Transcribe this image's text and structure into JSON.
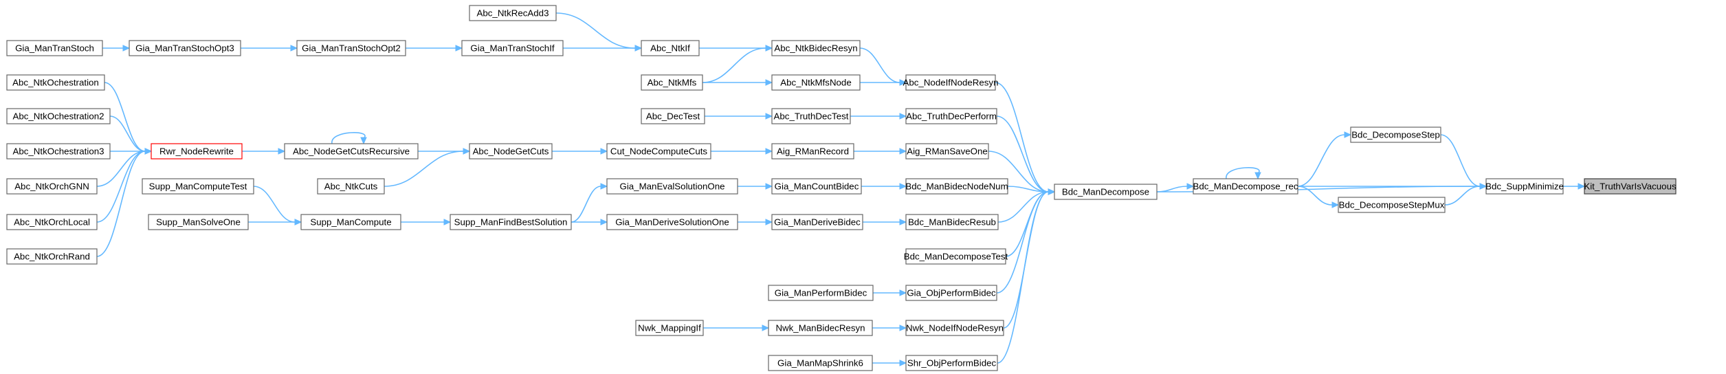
{
  "diagram": {
    "type": "call-graph",
    "colors": {
      "edge": "#63b8ff",
      "node_border": "#666666",
      "root_fill": "#bfbfbf",
      "highlight_border": "#ff0000"
    },
    "nodes": [
      {
        "id": "n0",
        "label": "Kit_TruthVarIsVacuous",
        "kind": "root"
      },
      {
        "id": "n1",
        "label": "Bdc_SuppMinimize"
      },
      {
        "id": "n2",
        "label": "Bdc_DecomposeStep"
      },
      {
        "id": "n3",
        "label": "Bdc_DecomposeStepMux"
      },
      {
        "id": "n4",
        "label": "Bdc_ManDecompose_rec"
      },
      {
        "id": "n5",
        "label": "Bdc_ManDecompose"
      },
      {
        "id": "n6",
        "label": "Abc_NodeIfNodeResyn"
      },
      {
        "id": "n7",
        "label": "Abc_TruthDecPerform"
      },
      {
        "id": "n8",
        "label": "Aig_RManSaveOne"
      },
      {
        "id": "n9",
        "label": "Bdc_ManBidecNodeNum"
      },
      {
        "id": "n10",
        "label": "Bdc_ManBidecResub"
      },
      {
        "id": "n11",
        "label": "Bdc_ManDecomposeTest"
      },
      {
        "id": "n12",
        "label": "Gia_ObjPerformBidec"
      },
      {
        "id": "n13",
        "label": "Nwk_NodeIfNodeResyn"
      },
      {
        "id": "n14",
        "label": "Shr_ObjPerformBidec"
      },
      {
        "id": "n15",
        "label": "Abc_NtkBidecResyn"
      },
      {
        "id": "n16",
        "label": "Abc_NtkMfsNode"
      },
      {
        "id": "n17",
        "label": "Abc_TruthDecTest"
      },
      {
        "id": "n18",
        "label": "Aig_RManRecord"
      },
      {
        "id": "n19",
        "label": "Gia_ManCountBidec"
      },
      {
        "id": "n20",
        "label": "Gia_ManDeriveBidec"
      },
      {
        "id": "n21",
        "label": "Gia_ManPerformBidec"
      },
      {
        "id": "n22",
        "label": "Nwk_ManBidecResyn"
      },
      {
        "id": "n23",
        "label": "Gia_ManMapShrink6"
      },
      {
        "id": "n24",
        "label": "Abc_NtkIf"
      },
      {
        "id": "n25",
        "label": "Abc_NtkMfs"
      },
      {
        "id": "n26",
        "label": "Abc_DecTest"
      },
      {
        "id": "n27",
        "label": "Cut_NodeComputeCuts"
      },
      {
        "id": "n28",
        "label": "Gia_ManEvalSolutionOne"
      },
      {
        "id": "n29",
        "label": "Gia_ManDeriveSolutionOne"
      },
      {
        "id": "n30",
        "label": "Nwk_MappingIf"
      },
      {
        "id": "n31",
        "label": "Abc_NtkRecAdd3"
      },
      {
        "id": "n32",
        "label": "Gia_ManTranStochIf"
      },
      {
        "id": "n33",
        "label": "Abc_NodeGetCuts"
      },
      {
        "id": "n34",
        "label": "Supp_ManFindBestSolution"
      },
      {
        "id": "n35",
        "label": "Gia_ManTranStochOpt2"
      },
      {
        "id": "n36",
        "label": "Abc_NodeGetCutsRecursive"
      },
      {
        "id": "n37",
        "label": "Abc_NtkCuts"
      },
      {
        "id": "n38",
        "label": "Supp_ManCompute"
      },
      {
        "id": "n39",
        "label": "Gia_ManTranStochOpt3"
      },
      {
        "id": "n40",
        "label": "Rwr_NodeRewrite",
        "kind": "highlight"
      },
      {
        "id": "n41",
        "label": "Supp_ManComputeTest"
      },
      {
        "id": "n42",
        "label": "Supp_ManSolveOne"
      },
      {
        "id": "n43",
        "label": "Gia_ManTranStoch"
      },
      {
        "id": "n44",
        "label": "Abc_NtkOchestration"
      },
      {
        "id": "n45",
        "label": "Abc_NtkOchestration2"
      },
      {
        "id": "n46",
        "label": "Abc_NtkOchestration3"
      },
      {
        "id": "n47",
        "label": "Abc_NtkOrchGNN"
      },
      {
        "id": "n48",
        "label": "Abc_NtkOrchLocal"
      },
      {
        "id": "n49",
        "label": "Abc_NtkOrchRand"
      }
    ],
    "edges": [
      [
        "n1",
        "n0"
      ],
      [
        "n2",
        "n1"
      ],
      [
        "n3",
        "n1"
      ],
      [
        "n4",
        "n1"
      ],
      [
        "n5",
        "n1"
      ],
      [
        "n4",
        "n2"
      ],
      [
        "n4",
        "n3"
      ],
      [
        "n4",
        "n4"
      ],
      [
        "n5",
        "n4"
      ],
      [
        "n6",
        "n5"
      ],
      [
        "n7",
        "n5"
      ],
      [
        "n8",
        "n5"
      ],
      [
        "n9",
        "n5"
      ],
      [
        "n10",
        "n5"
      ],
      [
        "n11",
        "n5"
      ],
      [
        "n12",
        "n5"
      ],
      [
        "n13",
        "n5"
      ],
      [
        "n14",
        "n5"
      ],
      [
        "n15",
        "n6"
      ],
      [
        "n16",
        "n6"
      ],
      [
        "n17",
        "n7"
      ],
      [
        "n18",
        "n8"
      ],
      [
        "n19",
        "n9"
      ],
      [
        "n20",
        "n10"
      ],
      [
        "n21",
        "n12"
      ],
      [
        "n22",
        "n13"
      ],
      [
        "n23",
        "n14"
      ],
      [
        "n24",
        "n15"
      ],
      [
        "n25",
        "n15"
      ],
      [
        "n25",
        "n16"
      ],
      [
        "n26",
        "n17"
      ],
      [
        "n27",
        "n18"
      ],
      [
        "n28",
        "n19"
      ],
      [
        "n29",
        "n20"
      ],
      [
        "n30",
        "n22"
      ],
      [
        "n31",
        "n24"
      ],
      [
        "n32",
        "n24"
      ],
      [
        "n33",
        "n27"
      ],
      [
        "n34",
        "n28"
      ],
      [
        "n34",
        "n29"
      ],
      [
        "n35",
        "n32"
      ],
      [
        "n36",
        "n33"
      ],
      [
        "n37",
        "n33"
      ],
      [
        "n38",
        "n34"
      ],
      [
        "n39",
        "n35"
      ],
      [
        "n36",
        "n36"
      ],
      [
        "n40",
        "n36"
      ],
      [
        "n41",
        "n38"
      ],
      [
        "n42",
        "n38"
      ],
      [
        "n43",
        "n39"
      ],
      [
        "n44",
        "n40"
      ],
      [
        "n45",
        "n40"
      ],
      [
        "n46",
        "n40"
      ],
      [
        "n47",
        "n40"
      ],
      [
        "n48",
        "n40"
      ],
      [
        "n49",
        "n40"
      ]
    ]
  }
}
